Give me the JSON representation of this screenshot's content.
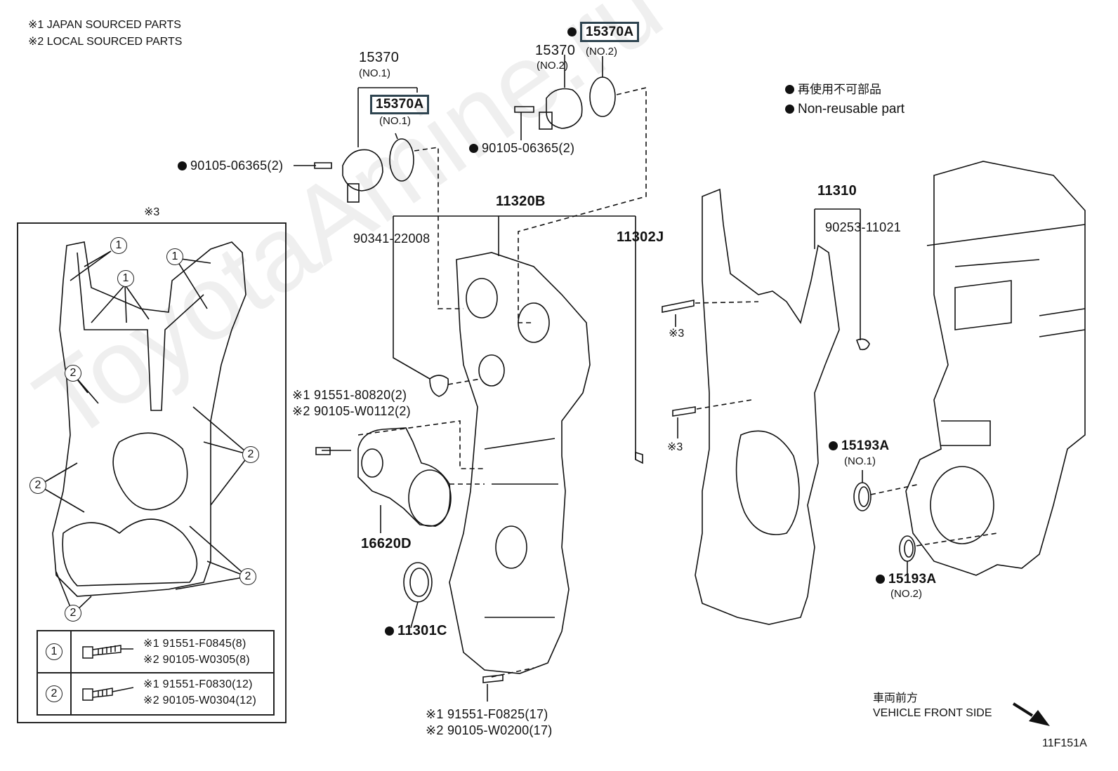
{
  "notes": {
    "japan": "※1 JAPAN SOURCED PARTS",
    "local": "※2 LOCAL SOURCED PARTS"
  },
  "legend": {
    "jp": "再使用不可部品",
    "en": "Non-reusable part"
  },
  "inset": {
    "marker": "※3",
    "callout_1": "1",
    "callout_2": "2",
    "table": {
      "row1": {
        "key": "1",
        "part_jp": "※1 91551-F0845(8)",
        "part_local": "※2 90105-W0305(8)"
      },
      "row2": {
        "key": "2",
        "part_jp": "※1 91551-F0830(12)",
        "part_local": "※2 90105-W0304(12)"
      }
    }
  },
  "parts": {
    "p15370_no1": "15370",
    "p15370_no1_sub": "(NO.1)",
    "p15370a_no1": "15370A",
    "p15370a_no1_sub": "(NO.1)",
    "p15370_no2": "15370",
    "p15370_no2_sub": "(NO.2)",
    "p15370a_no2": "15370A",
    "p15370a_no2_sub": "(NO.2)",
    "bolt_left": "90105-06365(2)",
    "bolt_top": "90105-06365(2)",
    "p11320b": "11320B",
    "p90341": "90341-22008",
    "p11302j": "11302J",
    "p11310": "11310",
    "p90253": "90253-11021",
    "mark3_a": "※3",
    "mark3_b": "※3",
    "p91551_80820": "※1 91551-80820(2)",
    "p90105_w0112": "※2 90105-W0112(2)",
    "p16620d": "16620D",
    "p11301c": "11301C",
    "p15193a_no1": "15193A",
    "p15193a_no1_sub": "(NO.1)",
    "p15193a_no2": "15193A",
    "p15193a_no2_sub": "(NO.2)",
    "p91551_f0825": "※1 91551-F0825(17)",
    "p90105_w0200": "※2 90105-W0200(17)"
  },
  "direction": {
    "jp": "車両前方",
    "en": "VEHICLE FRONT SIDE"
  },
  "figure_id": "11F151A",
  "watermark": "ToyotaAmine.ru",
  "colors": {
    "line": "#111111",
    "box": "#2e4450",
    "watermark": "#ececec"
  }
}
